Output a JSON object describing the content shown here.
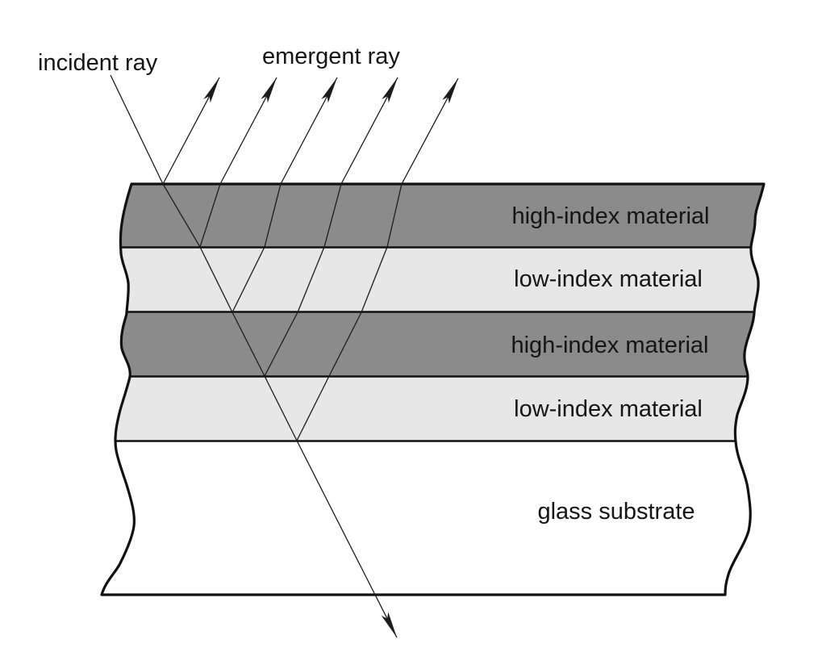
{
  "diagram": {
    "type": "optical-multilayer-coating-cross-section",
    "ray_labels": {
      "incident": "incident ray",
      "emergent": "emergent ray"
    },
    "layers": [
      {
        "label": "high-index material"
      },
      {
        "label": "low-index material"
      },
      {
        "label": "high-index material"
      },
      {
        "label": "low-index material"
      },
      {
        "label": "glass substrate"
      }
    ],
    "colors": {
      "high_index": "#8b8b8b",
      "low_index": "#e7e7e7",
      "substrate": "#ffffff",
      "outline": "#111111",
      "ray": "#1c1c1c",
      "background": "#ffffff"
    },
    "counts": {
      "coating_layers": 4,
      "emergent_rays": 5,
      "transmitted_rays": 1
    }
  }
}
